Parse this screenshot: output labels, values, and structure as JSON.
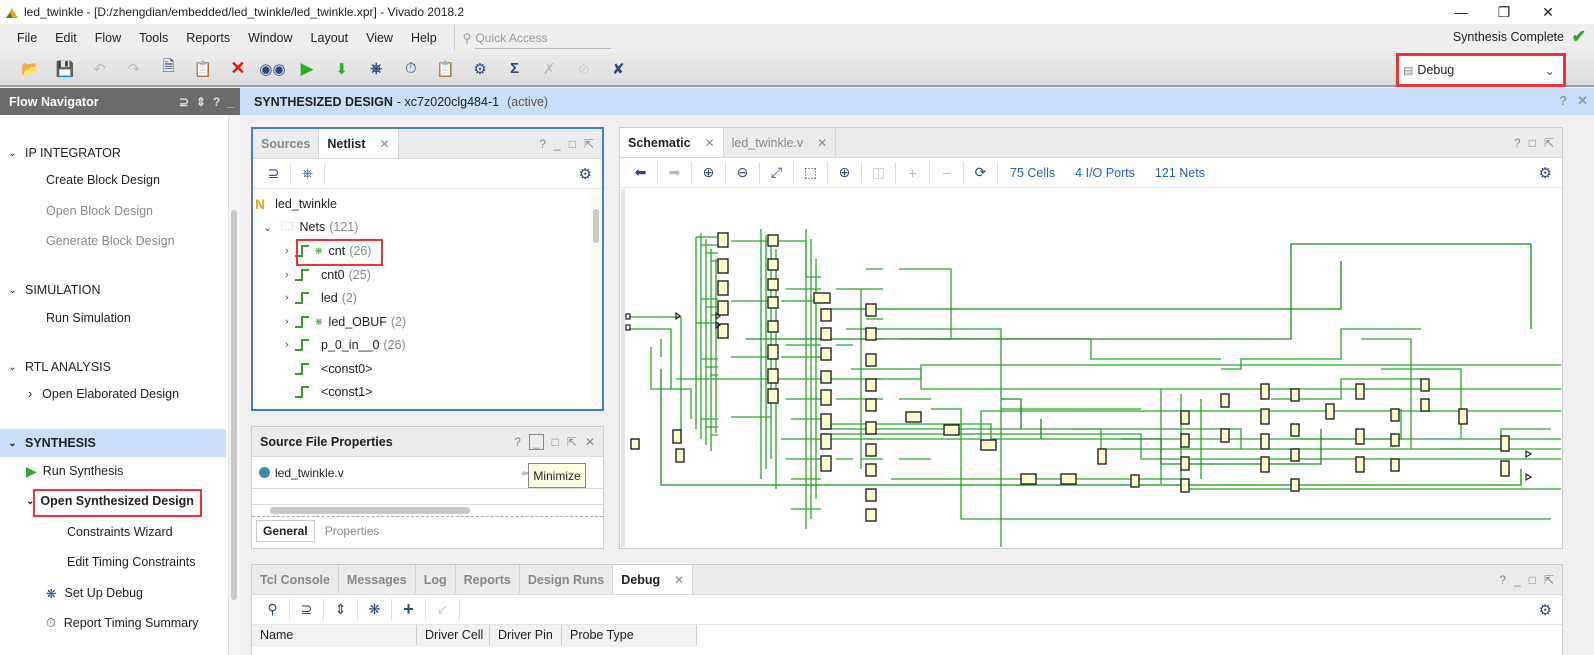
{
  "window": {
    "title": "led_twinkle - [D:/zhengdian/embedded/led_twinkle/led_twinkle.xpr] - Vivado 2018.2",
    "minimize": "—",
    "restore": "❐",
    "close": "✕"
  },
  "menubar": {
    "items": [
      "File",
      "Edit",
      "Flow",
      "Tools",
      "Reports",
      "Window",
      "Layout",
      "View",
      "Help"
    ],
    "quick_access_placeholder": "Quick Access",
    "status": "Synthesis Complete"
  },
  "toolbar": {
    "icons": [
      "open-project-icon",
      "save-icon",
      "undo-icon",
      "redo-icon",
      "copy-icon",
      "paste-icon",
      "delete-icon",
      "find-icon",
      "run-icon",
      "generate-bitstream-icon",
      "schematic-icon",
      "timing-icon",
      "report-icon",
      "settings-icon",
      "sigma-icon",
      "auto-connect-icon",
      "disabled-icon",
      "cancel-debug-icon"
    ],
    "layout_select": "Debug"
  },
  "flow_navigator": {
    "title": "Flow Navigator",
    "sections": [
      {
        "label": "IP INTEGRATOR",
        "items": [
          "Create Block Design",
          "Open Block Design",
          "Generate Block Design"
        ]
      },
      {
        "label": "SIMULATION",
        "items": [
          "Run Simulation"
        ]
      },
      {
        "label": "RTL ANALYSIS",
        "items": [
          "Open Elaborated Design"
        ]
      },
      {
        "label": "SYNTHESIS",
        "items": [
          "Run Synthesis",
          "Open Synthesized Design",
          "Constraints Wizard",
          "Edit Timing Constraints",
          "Set Up Debug",
          "Report Timing Summary"
        ]
      }
    ]
  },
  "design_header": {
    "title": "SYNTHESIZED DESIGN",
    "part": "- xc7z020clg484-1",
    "state": "(active)"
  },
  "netlist_panel": {
    "tabs": [
      "Sources",
      "Netlist"
    ],
    "active_tab": "Netlist",
    "root": "led_twinkle",
    "nets_folder": {
      "label": "Nets",
      "count": "(121)"
    },
    "nets": [
      {
        "name": "cnt",
        "count": "(26)"
      },
      {
        "name": "cnt0",
        "count": "(25)"
      },
      {
        "name": "led",
        "count": "(2)"
      },
      {
        "name": "led_OBUF",
        "count": "(2)"
      },
      {
        "name": "p_0_in__0",
        "count": "(26)"
      },
      {
        "name": "<const0>",
        "count": ""
      },
      {
        "name": "<const1>",
        "count": ""
      }
    ]
  },
  "source_props": {
    "title": "Source File Properties",
    "file": "led_twinkle.v",
    "tabs": [
      "General",
      "Properties"
    ],
    "tooltip": "Minimize"
  },
  "schematic_panel": {
    "tabs": [
      "Schematic",
      "led_twinkle.v"
    ],
    "stats": {
      "cells": "75 Cells",
      "ports": "4 I/O Ports",
      "nets": "121 Nets"
    }
  },
  "bottom_panel": {
    "tabs": [
      "Tcl Console",
      "Messages",
      "Log",
      "Reports",
      "Design Runs",
      "Debug"
    ],
    "active_tab": "Debug",
    "columns": [
      "Name",
      "Driver Cell",
      "Driver Pin",
      "Probe Type"
    ]
  },
  "colors": {
    "accent_blue": "#2361c8",
    "highlight_red": "#e33333",
    "net_green": "#3a9b2e",
    "header_blue": "#cbdffa"
  }
}
